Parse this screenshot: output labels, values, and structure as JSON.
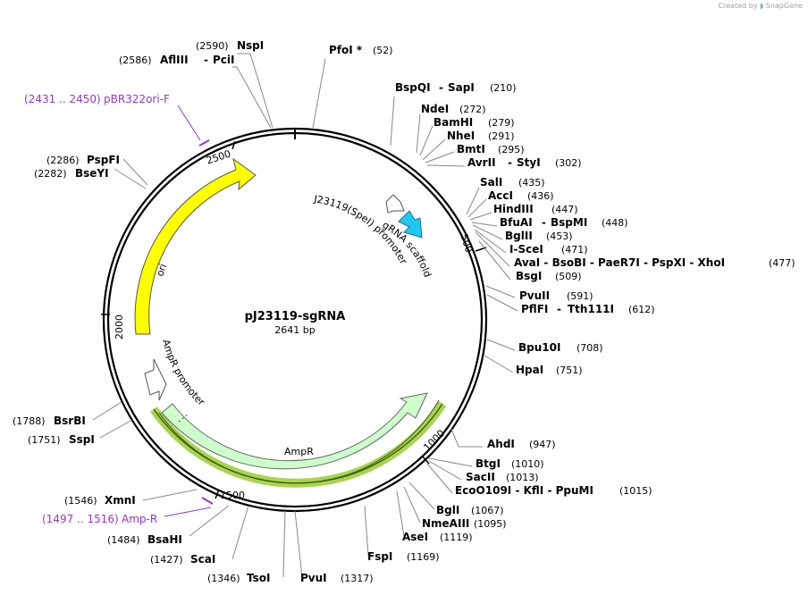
{
  "branding": {
    "created_by": "Created by",
    "app": "SnapGene"
  },
  "plasmid": {
    "name": "pJ23119-sgRNA",
    "size": "2641 bp"
  },
  "ticks": [
    "500",
    "1000",
    "1500",
    "2000",
    "2500"
  ],
  "features": {
    "ori": "ori",
    "ampr": "AmpR",
    "ampr_promoter": "AmpR promoter",
    "j23119": "J23119(SpeI) promoter",
    "grna": "gRNA scaffold"
  },
  "primers": [
    {
      "range": "(2431 .. 2450)",
      "name": "pBR322ori-F"
    },
    {
      "range": "(1497 .. 1516)",
      "name": "Amp-R"
    }
  ],
  "enzymes": {
    "e0": {
      "name": "NspI",
      "pos": "(2590)"
    },
    "e1": {
      "name": "AflIII",
      "sep": "-",
      "name2": "PciI",
      "pos": "(2586)"
    },
    "e2": {
      "name": "PfoI *",
      "pos": "(52)"
    },
    "e3": {
      "name": "BspQI",
      "sep": "-",
      "name2": "SapI",
      "pos": "(210)"
    },
    "e4": {
      "name": "NdeI",
      "pos": "(272)"
    },
    "e5": {
      "name": "BamHI",
      "pos": "(279)"
    },
    "e6": {
      "name": "NheI",
      "pos": "(291)"
    },
    "e7": {
      "name": "BmtI",
      "pos": "(295)"
    },
    "e8": {
      "name": "AvrII",
      "sep": "-",
      "name2": "StyI",
      "pos": "(302)"
    },
    "e9": {
      "name": "SalI",
      "pos": "(435)"
    },
    "e10": {
      "name": "AccI",
      "pos": "(436)"
    },
    "e11": {
      "name": "HindIII",
      "pos": "(447)"
    },
    "e12": {
      "name": "BfuAI",
      "sep": "-",
      "name2": "BspMI",
      "pos": "(448)"
    },
    "e13": {
      "name": "BglII",
      "pos": "(453)"
    },
    "e14": {
      "name": "I-SceI",
      "pos": "(471)"
    },
    "e15": {
      "name": "AvaI - BsoBI - PaeR7I - PspXI - XhoI",
      "pos": "(477)"
    },
    "e16": {
      "name": "BsgI",
      "pos": "(509)"
    },
    "e17": {
      "name": "PvuII",
      "pos": "(591)"
    },
    "e18": {
      "name": "PflFI",
      "sep": "-",
      "name2": "Tth111I",
      "pos": "(612)"
    },
    "e19": {
      "name": "Bpu10I",
      "pos": "(708)"
    },
    "e20": {
      "name": "HpaI",
      "pos": "(751)"
    },
    "e21": {
      "name": "AhdI",
      "pos": "(947)"
    },
    "e22": {
      "name": "BtgI",
      "pos": "(1010)"
    },
    "e23": {
      "name": "SacII",
      "pos": "(1013)"
    },
    "e24": {
      "name": "EcoO109I - KflI - PpuMI",
      "pos": "(1015)"
    },
    "e25": {
      "name": "BglI",
      "pos": "(1067)"
    },
    "e26": {
      "name": "NmeAIII",
      "pos": "(1095)"
    },
    "e27": {
      "name": "AseI",
      "pos": "(1119)"
    },
    "e28": {
      "name": "FspI",
      "pos": "(1169)"
    },
    "e29": {
      "name": "PvuI",
      "pos": "(1317)"
    },
    "e30": {
      "name": "TsoI",
      "pos": "(1346)"
    },
    "e31": {
      "name": "ScaI",
      "pos": "(1427)"
    },
    "e32": {
      "name": "BsaHI",
      "pos": "(1484)"
    },
    "e33": {
      "name": "XmnI",
      "pos": "(1546)"
    },
    "e34": {
      "name": "SspI",
      "pos": "(1751)"
    },
    "e35": {
      "name": "BsrBI",
      "pos": "(1788)"
    },
    "e36": {
      "name": "BseYI",
      "pos": "(2282)"
    },
    "e37": {
      "name": "PspFI",
      "pos": "(2286)"
    }
  },
  "colors": {
    "ori": "#ffff00",
    "ampr": "#ccffcc",
    "grna": "#1ec8f0",
    "primer": "#9933cc",
    "highlight": "#99cc33"
  }
}
